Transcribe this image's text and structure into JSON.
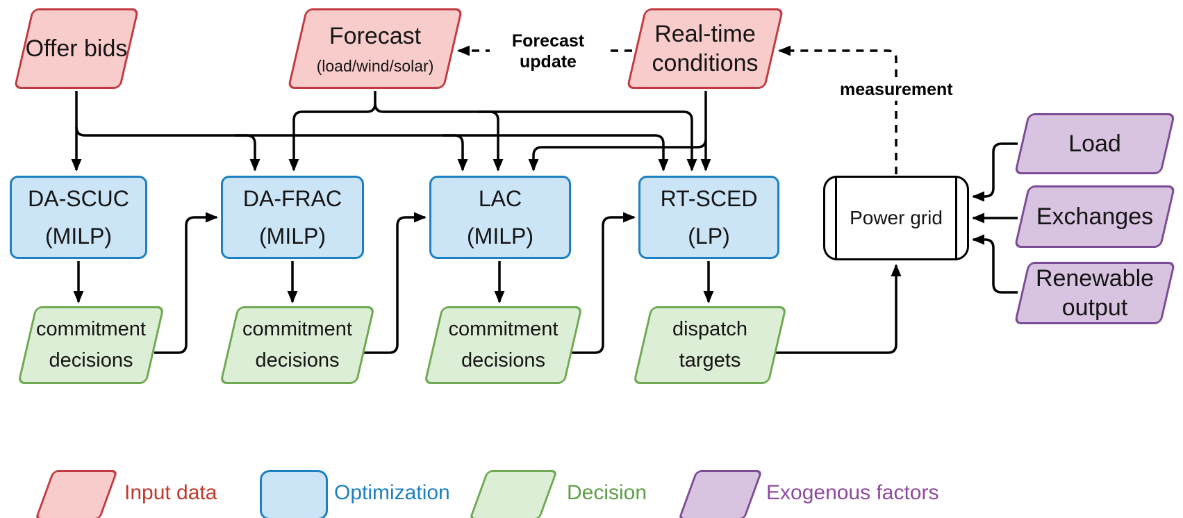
{
  "colors": {
    "input_fill": "#f8cccb",
    "input_stroke": "#c23b42",
    "optimization_fill": "#cbe5f6",
    "optimization_stroke": "#1c80c2",
    "decision_fill": "#ddeed6",
    "decision_stroke": "#6fa951",
    "exogenous_fill": "#d8c3e0",
    "exogenous_stroke": "#7c4b96",
    "edge": "#000000",
    "text": "#151515",
    "legend_input_text": "#c0392b",
    "legend_optimization_text": "#1c80c2",
    "legend_decision_text": "#5e9e48",
    "legend_exogenous_text": "#8e4a9e"
  },
  "nodes": {
    "offer_bids": {
      "label": "Offer bids"
    },
    "forecast": {
      "title": "Forecast",
      "subtitle": "(load/wind/solar)"
    },
    "realtime_conditions": {
      "line1": "Real-time",
      "line2": "conditions"
    },
    "da_scuc": {
      "line1": "DA-SCUC",
      "line2": "(MILP)"
    },
    "da_frac": {
      "line1": "DA-FRAC",
      "line2": "(MILP)"
    },
    "lac": {
      "line1": "LAC",
      "line2": "(MILP)"
    },
    "rt_sced": {
      "line1": "RT-SCED",
      "line2": "(LP)"
    },
    "commitment_1": {
      "line1": "commitment",
      "line2": "decisions"
    },
    "commitment_2": {
      "line1": "commitment",
      "line2": "decisions"
    },
    "commitment_3": {
      "line1": "commitment",
      "line2": "decisions"
    },
    "dispatch_targets": {
      "line1": "dispatch",
      "line2": "targets"
    },
    "power_grid": {
      "label": "Power grid"
    },
    "load": {
      "label": "Load"
    },
    "exchanges": {
      "label": "Exchanges"
    },
    "renewable_output": {
      "line1": "Renewable",
      "line2": "output"
    }
  },
  "edge_labels": {
    "forecast_update": {
      "line1": "Forecast",
      "line2": "update"
    },
    "measurement": "measurement"
  },
  "legend": {
    "items": [
      {
        "label": "Input data",
        "kind": "parallelogram"
      },
      {
        "label": "Optimization",
        "kind": "rounded-rect"
      },
      {
        "label": "Decision",
        "kind": "parallelogram"
      },
      {
        "label": "Exogenous factors",
        "kind": "parallelogram"
      }
    ]
  }
}
